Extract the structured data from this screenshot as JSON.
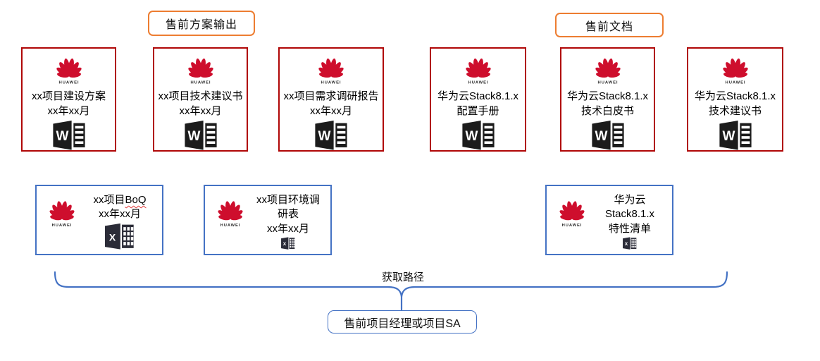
{
  "labels": {
    "presales_solution_output": "售前方案输出",
    "presales_documents": "售前文档",
    "acquisition_path": "获取路径",
    "presales_manager": "售前项目经理或项目SA"
  },
  "brand": {
    "wordmark": "HUAWEI"
  },
  "colors": {
    "huawei_red": "#CE0E2D",
    "word_card_border": "#b00606",
    "excel_card_border": "#4472C4",
    "tag_border": "#ED7D31",
    "brace_blue": "#4472C4",
    "office_icon_dark": "#23242e"
  },
  "word_docs": [
    {
      "line1": "xx项目建设方案",
      "line2": "xx年xx月"
    },
    {
      "line1": "xx项目技术建议书",
      "line2": "xx年xx月"
    },
    {
      "line1": "xx项目需求调研报告",
      "line2": "xx年xx月"
    },
    {
      "line1": "华为云Stack8.1.x",
      "line2": "配置手册"
    },
    {
      "line1": "华为云Stack8.1.x",
      "line2": "技术白皮书"
    },
    {
      "line1": "华为云Stack8.1.x",
      "line2": "技术建议书"
    }
  ],
  "excel_docs": [
    {
      "line1_prefix": "xx项目",
      "line1_spellcheck": "BoQ",
      "line2": "xx年xx月"
    },
    {
      "line1": "xx项目环境调研表",
      "line2": "xx年xx月"
    },
    {
      "line1": "华为云Stack8.1.x",
      "line2": "特性清单"
    }
  ]
}
